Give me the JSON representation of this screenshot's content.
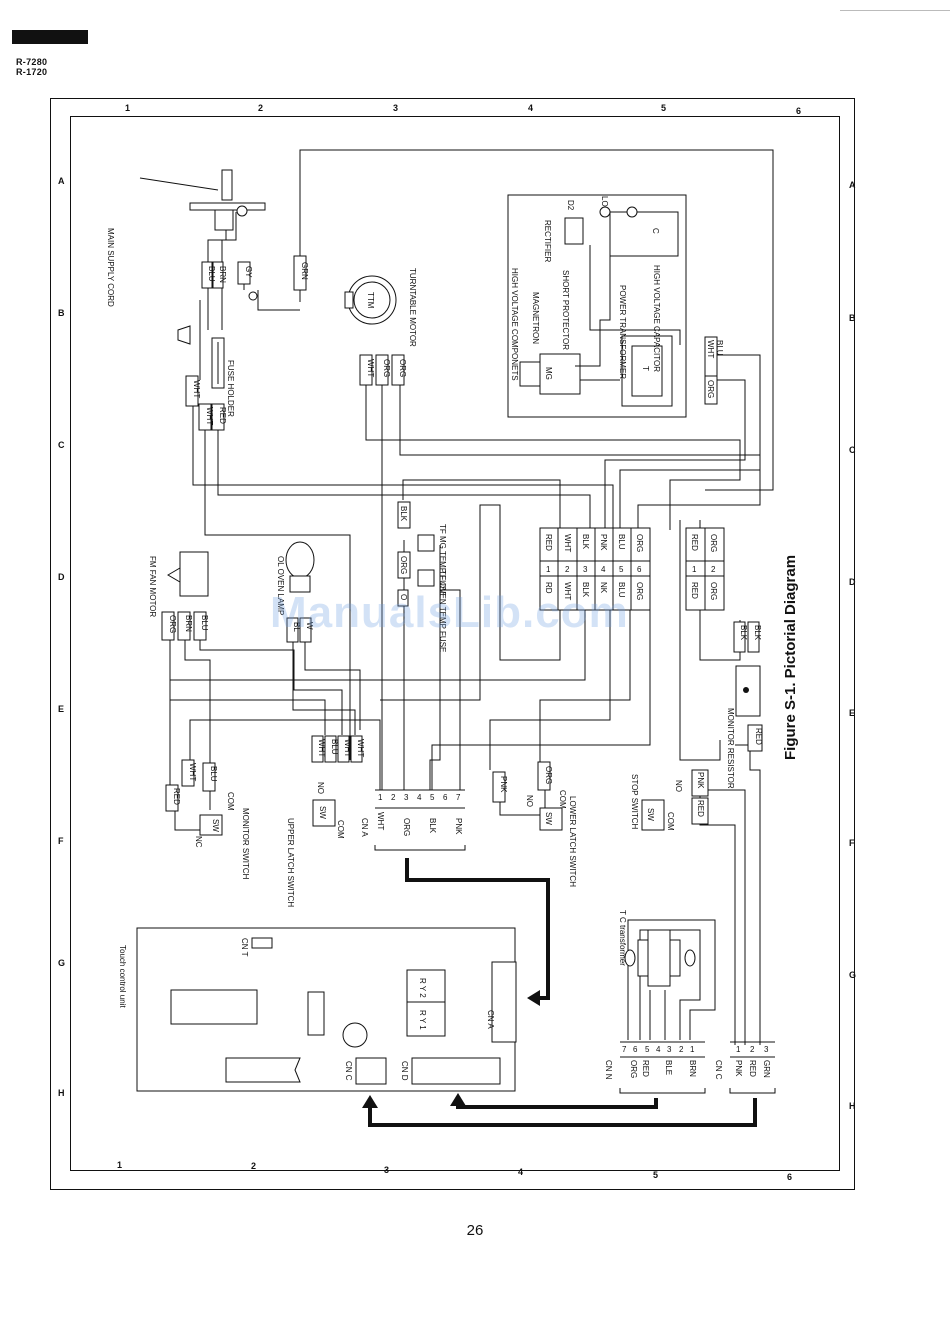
{
  "header": {
    "models": [
      "R-7280",
      "R-1720"
    ]
  },
  "grid": {
    "columns": [
      "1",
      "2",
      "3",
      "4",
      "5",
      "6"
    ],
    "rows": [
      "A",
      "B",
      "C",
      "D",
      "E",
      "F",
      "G",
      "H"
    ]
  },
  "figure": {
    "title": "Figure S-1. Pictorial Diagram"
  },
  "components": {
    "main_supply_cord": "MAIN SUPPLY CORD",
    "fuse_holder": "FUSE HOLDER",
    "turntable_motor": "TURNTABLE MOTOR",
    "turntable_motor_short": "TTM",
    "fan_motor": "FM FAN MOTOR",
    "oven_lamp": "OL OVEN LAMP",
    "tf_mg_temp_fuse": "TF MG TEMP FUSE",
    "tf_oven_temp_fuse": "TF OVEN TEMP FUSE",
    "monitor_switch": "MONITOR SWITCH",
    "upper_latch_switch": "UPPER LATCH SWITCH",
    "lower_latch_switch": "LOWER LATCH SWITCH",
    "stop_switch": "STOP SWITCH",
    "monitor_resistor": "MONITOR RESISTOR",
    "touch_control_unit": "Touch control unit",
    "tc_transformer": "T C transformer"
  },
  "hv_box": {
    "title": "HIGH VOLTAGE COMPONETS",
    "labels": [
      "MAGNETRON",
      "SHORT PROTECTOR",
      "RECTIFIER",
      "POWER TRANSFORMER",
      "HIGH VOLTAGE CAPACITOR"
    ],
    "mg": "MG",
    "t": "T",
    "c": "C",
    "d2": "D2",
    "lo": "LO"
  },
  "wire_labels": {
    "cord": [
      "BLU",
      "BRN",
      "GY",
      "GRN"
    ],
    "fuse": [
      "WHT",
      "WHT",
      "RED"
    ],
    "ttm": [
      "WHT",
      "ORG",
      "ORG"
    ],
    "fan": [
      "ORG",
      "BRN",
      "BLU"
    ],
    "lamp": [
      "BL",
      "W"
    ],
    "temp_fuse": [
      "BLK",
      "ORG",
      "O"
    ],
    "monitor": [
      "RED",
      "WHT",
      "BLU"
    ],
    "upper_latch": [
      "WHT",
      "BLU",
      "WHT",
      "WHT"
    ],
    "lower_latch": [
      "PNK",
      "ORG"
    ],
    "stop": [
      "PNK",
      "RED"
    ],
    "monitor_resistor": [
      "BLK",
      "BLK",
      "RED"
    ],
    "transformer_side": [
      "WHT",
      "BLU",
      "ORG"
    ]
  },
  "switch_terms": {
    "sw": "SW",
    "com": "COM",
    "no": "NO",
    "nc": "NC"
  },
  "relay_block_1": {
    "top": [
      "RED",
      "WHT",
      "BLK",
      "PNK",
      "BLU",
      "ORG"
    ],
    "nums": [
      "1",
      "2",
      "3",
      "4",
      "5",
      "6"
    ],
    "bottom": [
      "RD",
      "WHT",
      "BLK",
      "NK",
      "BLU",
      "ORG"
    ]
  },
  "relay_block_2": {
    "top": [
      "RED",
      "ORG"
    ],
    "nums": [
      "1",
      "2"
    ],
    "bottom": [
      "RED",
      "ORG"
    ]
  },
  "connectors": {
    "cna_label": "CN A",
    "cna_pins": [
      "1",
      "2",
      "3",
      "4",
      "5",
      "6",
      "7"
    ],
    "cna_colors": [
      "WHT",
      "ORG",
      "BLK",
      "PNK"
    ],
    "cnn_label": "CN N",
    "cnn_pins": [
      "7",
      "6",
      "5",
      "4",
      "3",
      "2",
      "1"
    ],
    "cnn_colors": [
      "ORG",
      "RED",
      "BLE",
      "BRN"
    ],
    "cnc_label": "CN C",
    "cnc_pins": [
      "1",
      "2",
      "3"
    ],
    "cnc_colors": [
      "PNK",
      "RED",
      "GRN"
    ],
    "cnd_label": "CN D",
    "cnt_label": "CN T"
  },
  "board": {
    "ry1": "R Y 1",
    "ry2": "R Y 2"
  },
  "watermark": "ManualsLib.com",
  "page_number": "26"
}
